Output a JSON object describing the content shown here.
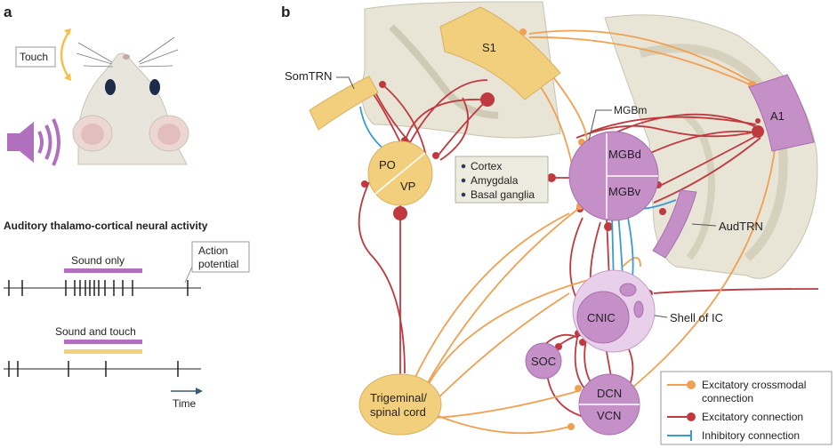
{
  "panels": {
    "a": "a",
    "b": "b"
  },
  "panel_a": {
    "touch_label": "Touch",
    "title": "Auditory thalamo-cortical neural activity",
    "sound_only": "Sound only",
    "action_potential_line1": "Action",
    "action_potential_line2": "potential",
    "sound_and_touch": "Sound and touch",
    "time": "Time"
  },
  "panel_b": {
    "somtrn": "SomTRN",
    "s1": "S1",
    "po": "PO",
    "vp": "VP",
    "mgbm": "MGBm",
    "mgbd": "MGBd",
    "mgbv": "MGBv",
    "a1": "A1",
    "audtrn": "AudTRN",
    "targets": [
      "Cortex",
      "Amygdala",
      "Basal ganglia"
    ],
    "cnic": "CNIC",
    "shell_ic": "Shell of IC",
    "soc": "SOC",
    "dcn": "DCN",
    "vcn": "VCN",
    "trigeminal_line1": "Trigeminal/",
    "trigeminal_line2": "spinal cord"
  },
  "legend": {
    "crossmodal_line1": "Excitatory crossmodal",
    "crossmodal_line2": "connection",
    "excitatory": "Excitatory connection",
    "inhibitory": "Inhibitory connection"
  },
  "colors": {
    "orange": "#f0a050",
    "red": "#c0393f",
    "blue": "#3a9bd0",
    "purple": "#c58fc8",
    "yellow": "#f2cf7c",
    "brain": "#e8e4d6"
  }
}
